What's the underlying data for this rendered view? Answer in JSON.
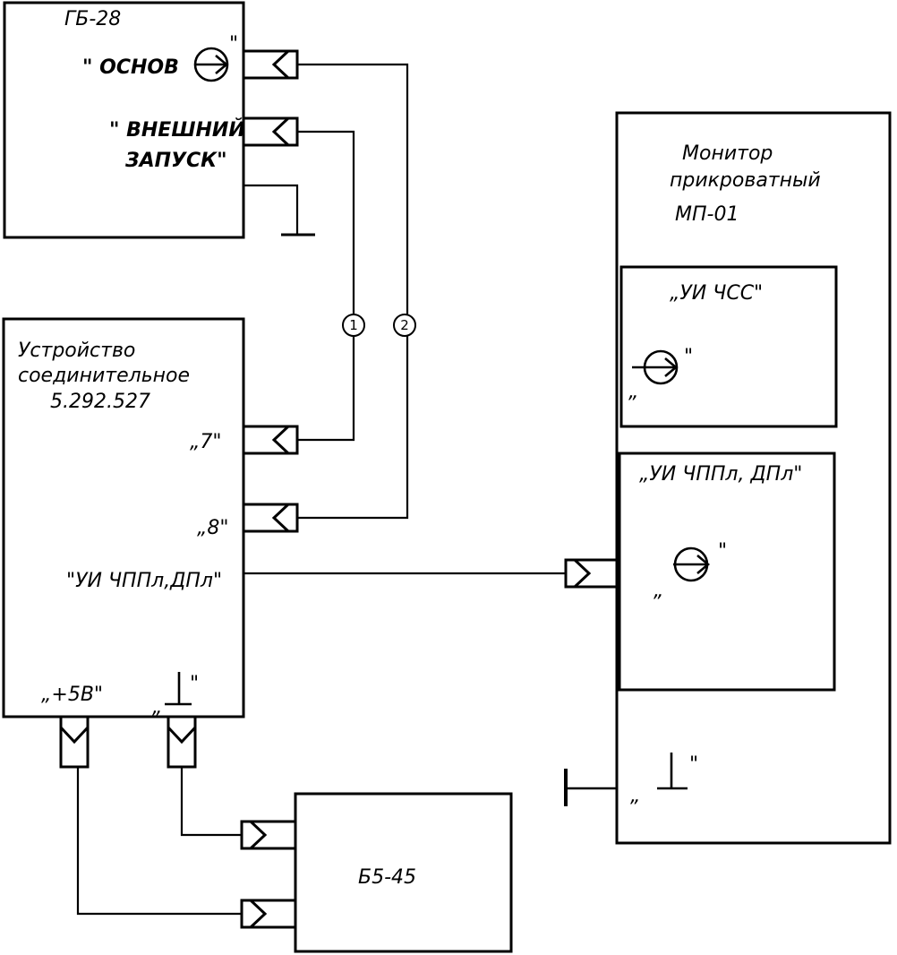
{
  "generator": {
    "title": "ГБ-28",
    "out_label": "\" ОСНОВ",
    "out_quote": "\"",
    "ext_label_1": "\" ВНЕШНИЙ",
    "ext_label_2": "ЗАПУСК\""
  },
  "connector_device": {
    "title_1": "Устройство",
    "title_2": "соединительное",
    "title_3": "5.292.527",
    "port_7": "„7\"",
    "port_8": "„8\"",
    "port_ui": "\"УИ ЧППл,ДПл\"",
    "port_plus5": "„+5В\"",
    "port_ground_open": "„",
    "port_ground_close": "\""
  },
  "cables": {
    "cable_1": "1",
    "cable_2": "2"
  },
  "monitor": {
    "title_1": "Монитор",
    "title_2": "прикроватный",
    "title_3": "МП-01",
    "block_hr": "„УИ ЧСС\"",
    "block_hr_quote": "\"",
    "block_hr_open": "„",
    "block_ppl": "„УИ ЧППл, ДПл\"",
    "block_ppl_quote": "\"",
    "block_ppl_open": "„",
    "ground_open": "„",
    "ground_close": "\""
  },
  "power_supply": {
    "title": "Б5-45"
  }
}
